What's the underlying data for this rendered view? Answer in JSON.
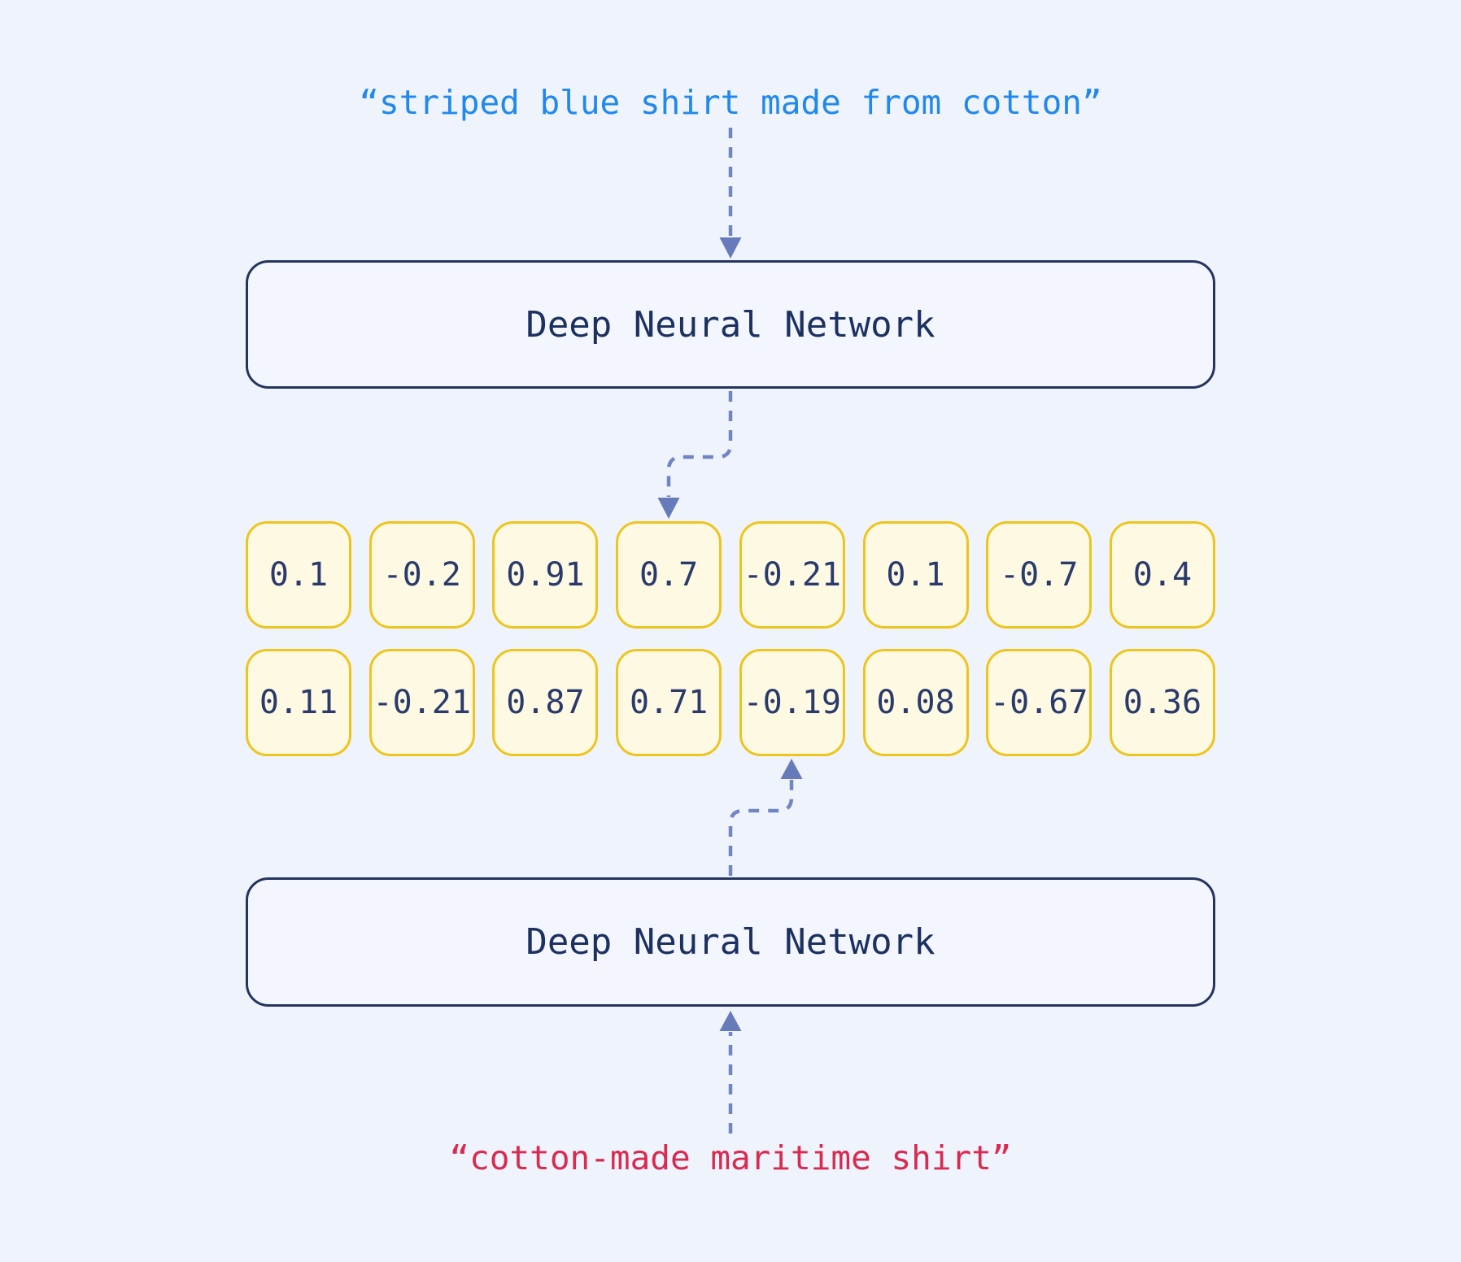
{
  "diagram": {
    "query_top": {
      "text": "“striped blue shirt made from cotton”",
      "color": "#2189ee"
    },
    "encoder_top": {
      "label": "Deep Neural Network"
    },
    "embedding": {
      "rows": [
        [
          "0.1",
          "-0.2",
          "0.91",
          "0.7",
          "-0.21",
          "0.1",
          "-0.7",
          "0.4"
        ],
        [
          "0.11",
          "-0.21",
          "0.87",
          "0.71",
          "-0.19",
          "0.08",
          "-0.67",
          "0.36"
        ]
      ]
    },
    "encoder_bottom": {
      "label": "Deep Neural Network"
    },
    "query_bottom": {
      "text": "“cotton-made maritime shirt”",
      "color": "#d92b51"
    },
    "colors": {
      "background": "#eff3fc",
      "box_fill": "#f3f6fe",
      "box_border": "#24345f",
      "cell_fill": "#fdf9e3",
      "cell_border": "#eec51d",
      "arrow": "#7185c2",
      "text_navy": "#1d3160"
    }
  }
}
